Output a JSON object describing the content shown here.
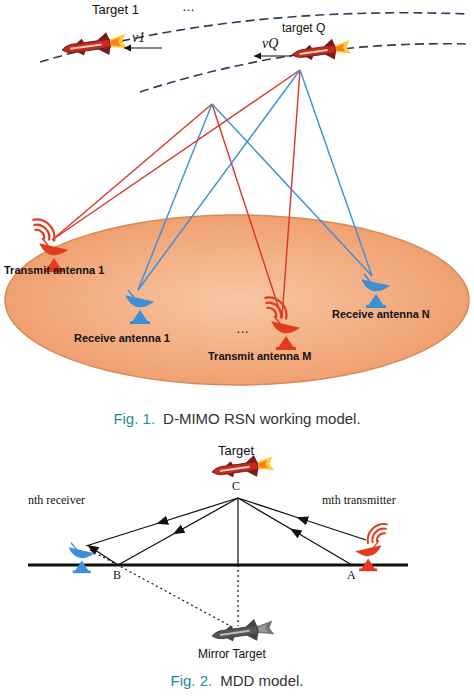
{
  "diagram": {
    "labels": [
      "Target 1",
      "…",
      "target Q",
      "v1",
      "vQ",
      "Transmit antenna 1",
      "Receive antenna 1",
      "…",
      "Transmit antenna M",
      "Receive antenna N",
      "Fig. 1.",
      "D-MIMO RSN working model.",
      "Target",
      "C",
      "nth receiver",
      "mth transmitter",
      "B",
      "A",
      "Mirror Target",
      "Fig. 2.",
      "MDD model."
    ]
  }
}
